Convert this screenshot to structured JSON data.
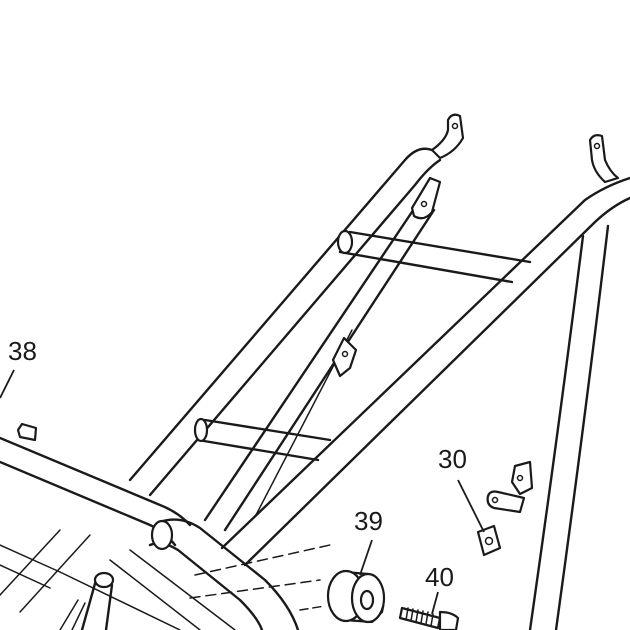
{
  "callouts": {
    "c30": "30",
    "c38": "38",
    "c39": "39",
    "c40": "40"
  },
  "colors": {
    "ink": "#1a1a1a",
    "paper": "#ffffff"
  }
}
